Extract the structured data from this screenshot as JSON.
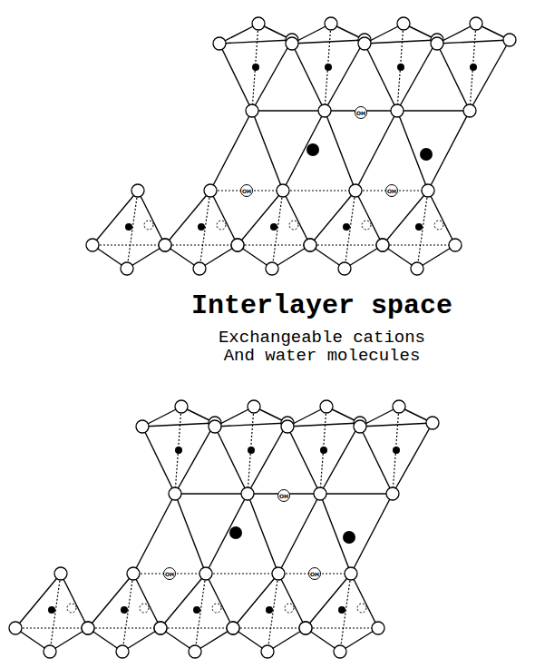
{
  "diagram": {
    "labels": [
      "OH",
      "OH",
      "OH",
      "Interlayer space",
      "Exchangeable cations And water molecules",
      "OH",
      "OH",
      "OH"
    ]
  }
}
